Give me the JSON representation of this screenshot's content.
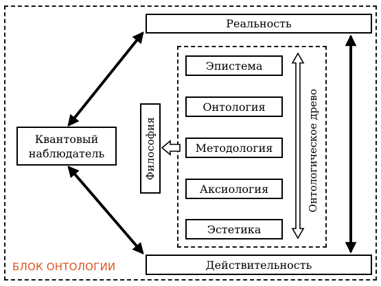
{
  "diagram": {
    "reality_label": "Реальность",
    "actuality_label": "Действительность",
    "observer_line1": "Квантовый",
    "observer_line2": "наблюдатель",
    "philosophy_label": "Философия",
    "ontological_tree_label": "Онтологическое древо",
    "disciplines": [
      "Эпистема",
      "Онтология",
      "Методология",
      "Аксиология",
      "Эстетика"
    ],
    "block_label": "БЛОК ОНТОЛОГИИ",
    "block_label_color": "#d9531e"
  }
}
